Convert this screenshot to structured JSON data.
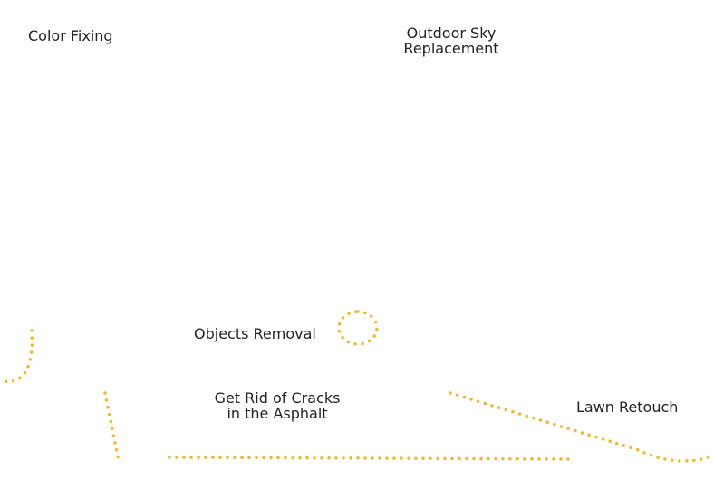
{
  "labels": {
    "color_fixing": "Color Fixing",
    "sky_line1": "Outdoor Sky",
    "sky_line2": "Replacement",
    "objects_removal": "Objects Removal",
    "cracks_line1": "Get Rid of Cracks",
    "cracks_line2": "in the Asphalt",
    "lawn_retouch": "Lawn Retouch"
  },
  "colors": {
    "dotted_line": "#f2b62a",
    "text": "#222222",
    "background": "#ffffff"
  }
}
